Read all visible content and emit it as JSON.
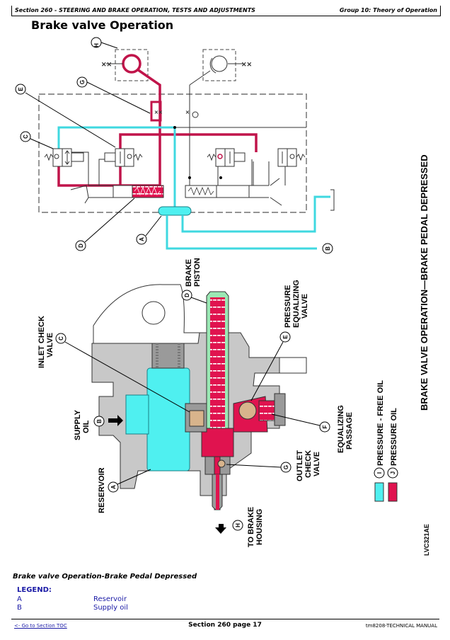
{
  "header": {
    "section": "Section 260 - STEERING AND BRAKE OPERATION, TESTS AND ADJUSTMENTS",
    "group": "Group 10: Theory of Operation"
  },
  "page_title": "Brake valve Operation",
  "colors": {
    "pressure_free_oil": "#4ff0f0",
    "pressure_oil": "#e0134f",
    "piston": "#9be8b4",
    "housing": "#c8c8c8",
    "ball": "#d8b48c",
    "legend_text": "#1a1aa6"
  },
  "figure": {
    "side_title": "BRAKE VALVE OPERATION—BRAKE PEDAL DEPRESSED",
    "figure_id": "LVC321AE",
    "callouts": {
      "A": "A",
      "B": "B",
      "C": "C",
      "D": "D",
      "E": "E",
      "F": "F",
      "G": "G",
      "H": "H",
      "I": "I",
      "J": "J"
    },
    "labels": {
      "brake_piston_1": "BRAKE",
      "brake_piston_2": "PISTON",
      "pressure_eq_1": "PRESSURE",
      "pressure_eq_2": "EQUALIZING",
      "pressure_eq_3": "VALVE",
      "inlet_check_1": "INLET CHECK",
      "inlet_check_2": "VALVE",
      "supply_oil_1": "SUPPLY",
      "supply_oil_2": "OIL",
      "reservoir": "RESERVOIR",
      "equalizing_1": "EQUALIZING",
      "equalizing_2": "PASSAGE",
      "outlet_1": "OUTLET",
      "outlet_2": "CHECK",
      "outlet_3": "VALVE",
      "to_brake_1": "TO BRAKE",
      "to_brake_2": "HOUSING"
    },
    "key": [
      {
        "id": "I",
        "label": "PRESSURE - FREE OIL"
      },
      {
        "id": "J",
        "label": "PRESSURE OIL"
      }
    ]
  },
  "caption": "Brake valve Operation-Brake Pedal Depressed",
  "legend": {
    "title": "LEGEND:",
    "items": [
      {
        "key": "A",
        "value": "Reservoir"
      },
      {
        "key": "B",
        "value": "Supply oil"
      }
    ]
  },
  "footer": {
    "toc_link": "<- Go to Section TOC",
    "page": "Section 260 page 17",
    "manual": "tm8208-TECHNICAL MANUAL"
  }
}
